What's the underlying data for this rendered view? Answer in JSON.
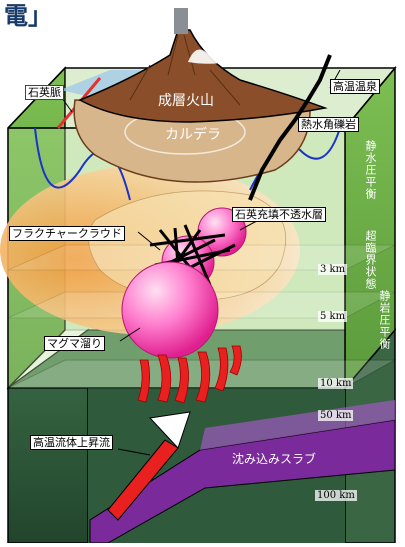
{
  "title_fragment": "電」",
  "title_left_fragment": "ι",
  "labels": {
    "quartz_vein": "石英脈",
    "hot_spring": "高温温泉",
    "stratovolcano": "成層火山",
    "caldera": "カルデラ",
    "hydrothermal_breccia": "熱水角礫岩",
    "silica_cap": "石英充填不透水層",
    "fracture_cloud": "フラクチャークラウド",
    "magma_chamber": "マグマ溜り",
    "upwelling": "高温流体上昇流",
    "slab": "沈み込みスラブ"
  },
  "side_labels": {
    "upper": "静水圧平衡",
    "middle": "超臨界状態",
    "lower": "静岩圧平衡"
  },
  "depths": [
    "3 km",
    "5 km",
    "10 km",
    "50 km",
    "100 km"
  ],
  "colors": {
    "green_face": "#6fb04a",
    "dark_green": "#2e5d3a",
    "purple": "#7a2a9a",
    "pink": "#ff62c0",
    "orange": "#f2b15a",
    "brown": "#8a4f2a"
  }
}
